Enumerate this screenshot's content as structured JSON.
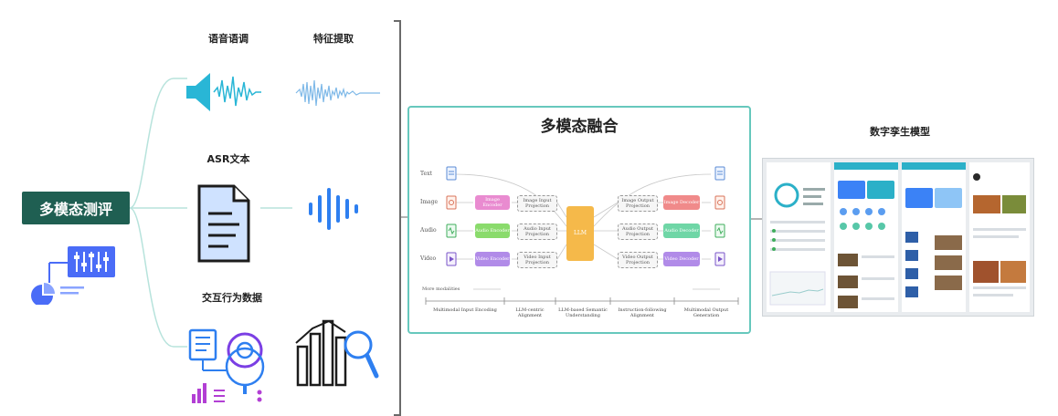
{
  "root": {
    "label": "多模态测评"
  },
  "speech": {
    "label": "语音语调",
    "feature_label": "特征提取"
  },
  "asr": {
    "label": "ASR文本"
  },
  "interaction": {
    "label": "交互行为数据"
  },
  "fusion": {
    "title": "多模态融合",
    "modalities": [
      "Text",
      "Image",
      "Audio",
      "Video"
    ],
    "encoders": [
      "Image Encoder",
      "Audio Encoder",
      "Video Encoder"
    ],
    "input_projections": [
      "Image Input Projection",
      "Audio Input Projection",
      "Video Input Projection"
    ],
    "llm_label": "LLM",
    "output_projections": [
      "Image Output Projection",
      "Audio Output Projection",
      "Video Output Projection"
    ],
    "decoders": [
      "Image Decoder",
      "Audio Decoder",
      "Video Decoder"
    ],
    "more_label": "More modalities",
    "stages": [
      "Multimodal Input Encoding",
      "LLM-centric Alignment",
      "LLM-based Semantic Understanding",
      "Instruction-following Alignment",
      "Multimodal Output Generation"
    ]
  },
  "twin": {
    "label": "数字孪生模型"
  },
  "colors": {
    "root_bg": "#1f5f52",
    "accent_teal": "#66c8bd",
    "icon_blue": "#4a90e2",
    "llm_orange": "#f5b94a"
  }
}
